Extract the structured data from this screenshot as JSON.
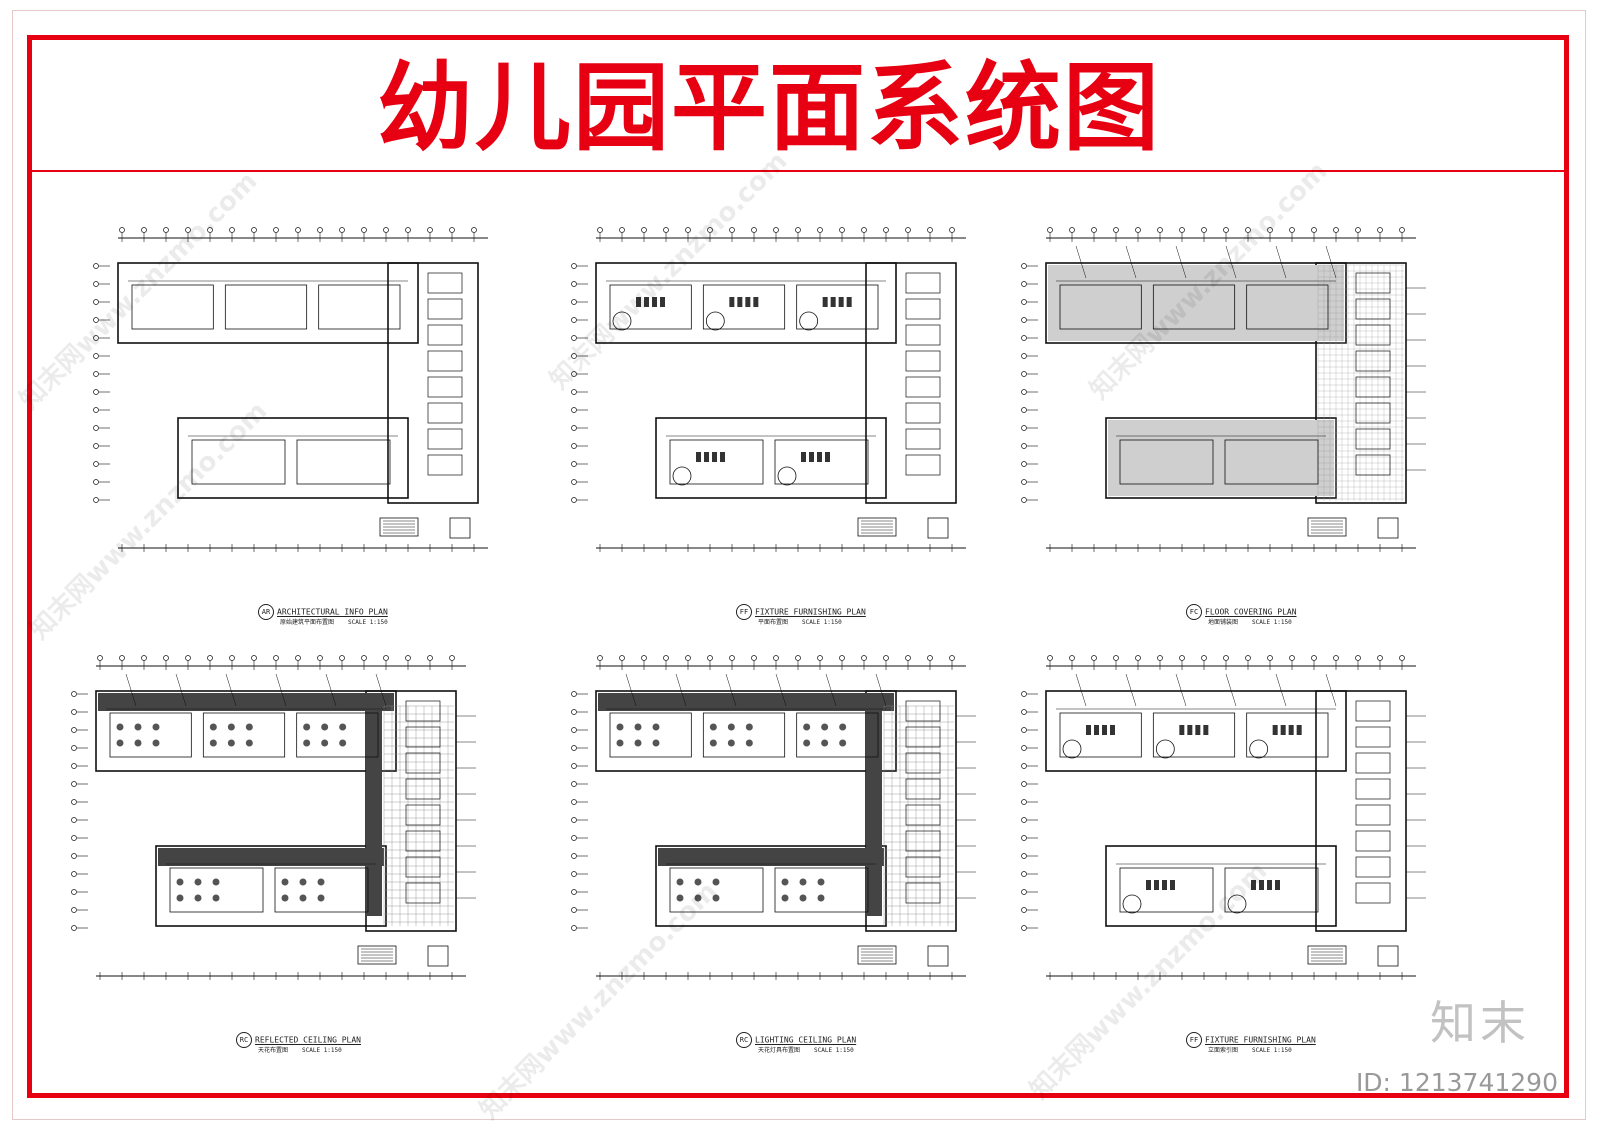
{
  "page": {
    "title": "幼儿园平面系统图",
    "accent_color": "#e60012"
  },
  "sheets": [
    {
      "code": "AR",
      "name": "ARCHITECTURAL INFO PLAN",
      "sub": "原始建筑平面布置图",
      "scale": "SCALE 1:150",
      "style": "architectural"
    },
    {
      "code": "FF",
      "name": "FIXTURE FURNISHING PLAN",
      "sub": "平面布置图",
      "scale": "SCALE 1:150",
      "style": "furnishing"
    },
    {
      "code": "FC",
      "name": "FLOOR COVERING PLAN",
      "sub": "地面铺装图",
      "scale": "SCALE 1:150",
      "style": "floor"
    },
    {
      "code": "RC",
      "name": "REFLECTED CEILING PLAN",
      "sub": "天花布置图",
      "scale": "SCALE 1:150",
      "style": "ceiling"
    },
    {
      "code": "RC",
      "name": "LIGHTING CEILING PLAN",
      "sub": "天花灯具布置图",
      "scale": "SCALE 1:150",
      "style": "lighting"
    },
    {
      "code": "FF",
      "name": "FIXTURE FURNISHING PLAN",
      "sub": "立面索引图",
      "scale": "SCALE 1:150",
      "style": "index"
    }
  ],
  "watermark": {
    "text": "知末网www.znzmo.com"
  },
  "brand": {
    "logo_text": "知末",
    "id_text": "ID: 1213741290"
  }
}
